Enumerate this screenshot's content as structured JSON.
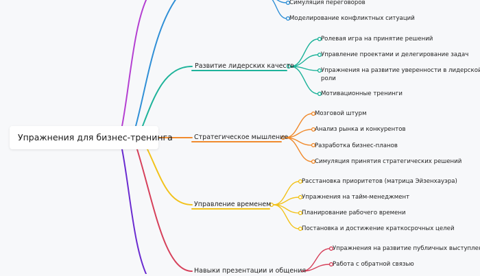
{
  "root": {
    "label": "Упражнения для бизнес-тренинга"
  },
  "branches": [
    {
      "id": "top-partial",
      "label": "",
      "color": "#2f8fd6",
      "children": [
        {
          "label": "Симуляция переговоров"
        },
        {
          "label": "Моделирование конфликтных ситуаций"
        }
      ]
    },
    {
      "id": "leadership",
      "label": "Развитие лидерских качеств",
      "color": "#1eb39a",
      "children": [
        {
          "label": "Ролевая игра на принятие решений"
        },
        {
          "label": "Управление проектами и делегирование задач"
        },
        {
          "label": "Упражнения на развитие уверенности в лидерской"
        },
        {
          "label": "роли"
        },
        {
          "label": "Мотивационные тренинги"
        }
      ]
    },
    {
      "id": "strategic",
      "label": "Стратегическое мышление",
      "color": "#f08a2c",
      "children": [
        {
          "label": "Мозговой штурм"
        },
        {
          "label": "Анализ рынка и конкурентов"
        },
        {
          "label": "Разработка бизнес-планов"
        },
        {
          "label": "Симуляция принятия стратегических решений"
        }
      ]
    },
    {
      "id": "time",
      "label": "Управление временем",
      "color": "#f2c21b",
      "children": [
        {
          "label": "Расстановка приоритетов (матрица Эйзенхауэра)"
        },
        {
          "label": "Упражнения на тайм-менеджмент"
        },
        {
          "label": "Планирование рабочего времени"
        },
        {
          "label": "Постановка и достижение краткосрочных целей"
        }
      ]
    },
    {
      "id": "presentation",
      "label": "Навыки презентации и общения",
      "color": "#d6405a",
      "children": [
        {
          "label": "Упражнения на развитие публичных выступлений"
        },
        {
          "label": "Работа с обратной связью"
        }
      ]
    }
  ],
  "extra_edges": {
    "magenta": "#b43fd1",
    "purple": "#6a2bd0"
  }
}
